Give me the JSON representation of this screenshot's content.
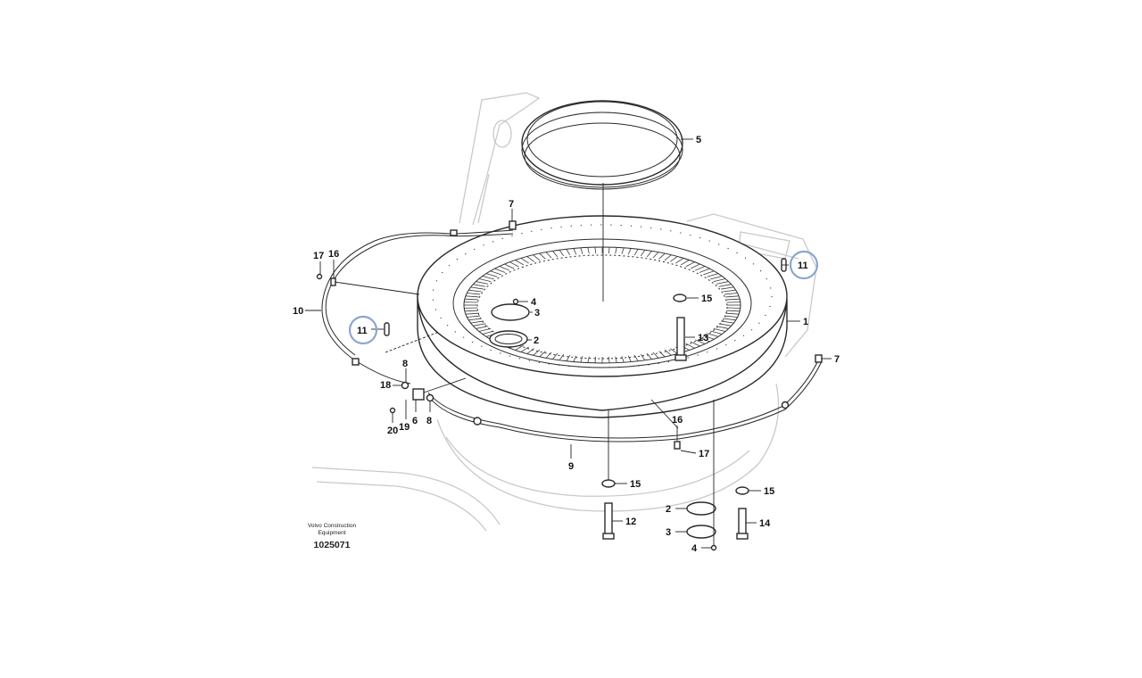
{
  "diagram": {
    "type": "exploded-parts-view",
    "highlight_color": "#8aa6cf",
    "callouts": [
      {
        "id": "c5",
        "text": "5"
      },
      {
        "id": "c7a",
        "text": "7"
      },
      {
        "id": "c7b",
        "text": "7"
      },
      {
        "id": "c17a",
        "text": "17"
      },
      {
        "id": "c16a",
        "text": "16"
      },
      {
        "id": "c10",
        "text": "10"
      },
      {
        "id": "c11a",
        "text": "11"
      },
      {
        "id": "c11b",
        "text": "11"
      },
      {
        "id": "c4a",
        "text": "4"
      },
      {
        "id": "c3a",
        "text": "3"
      },
      {
        "id": "c2a",
        "text": "2"
      },
      {
        "id": "c15a",
        "text": "15"
      },
      {
        "id": "c13",
        "text": "13"
      },
      {
        "id": "c1",
        "text": "1"
      },
      {
        "id": "c8a",
        "text": "8"
      },
      {
        "id": "c18",
        "text": "18"
      },
      {
        "id": "c8b",
        "text": "8"
      },
      {
        "id": "c6",
        "text": "6"
      },
      {
        "id": "c19",
        "text": "19"
      },
      {
        "id": "c20",
        "text": "20"
      },
      {
        "id": "c16b",
        "text": "16"
      },
      {
        "id": "c17b",
        "text": "17"
      },
      {
        "id": "c9",
        "text": "9"
      },
      {
        "id": "c15b",
        "text": "15"
      },
      {
        "id": "c15c",
        "text": "15"
      },
      {
        "id": "c2b",
        "text": "2"
      },
      {
        "id": "c3b",
        "text": "3"
      },
      {
        "id": "c4b",
        "text": "4"
      },
      {
        "id": "c12",
        "text": "12"
      },
      {
        "id": "c14",
        "text": "14"
      }
    ]
  },
  "caption": {
    "maker": "Volvo Construction Equipment",
    "number": "1025071"
  }
}
